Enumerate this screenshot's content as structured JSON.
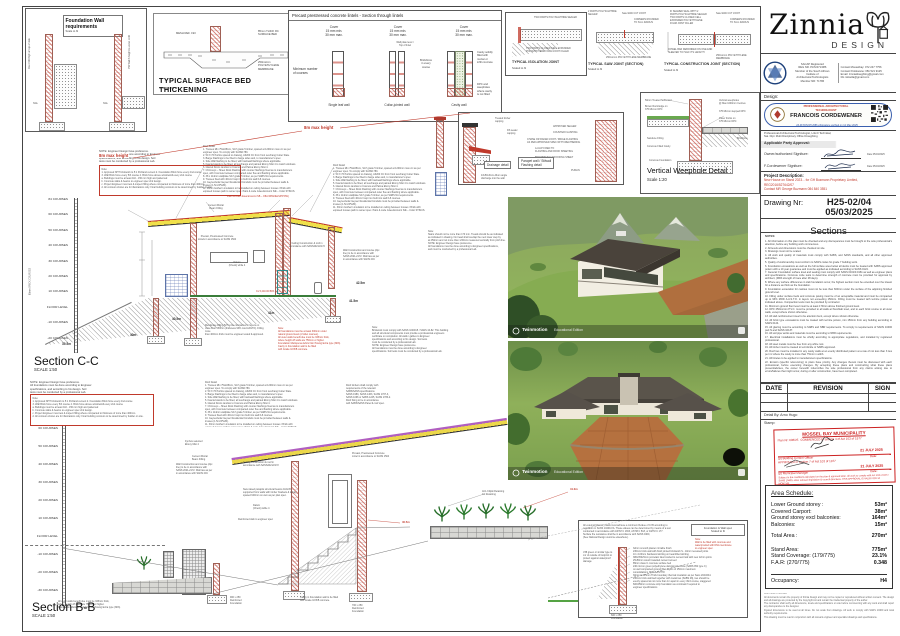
{
  "details": {
    "foundation_wall": {
      "title": "Foundation Wall\nrequirements",
      "scale": "Scale to fit",
      "ngl": "NGL",
      "ngl2": "NGL",
      "dim_left": "Max 1500 high on top of slab",
      "dim_right": "750 Wall/S height to under 1100"
    },
    "surface_bed": {
      "title": "TYPICAL SURFACE BED THICKENING",
      "scale": "SCALED TO FIT",
      "mesh": "MESH REF. 193",
      "bed": "85mm THICK RC\nSURFACE BED",
      "membrane": "250micron\nPOLYETHYLENE\nMEMBRANE"
    },
    "lintels": {
      "header": "Precast prestressed concrete lintels - Section through lintels",
      "cover1": "Cover\n15 mm min.\n30 mm max.",
      "cover2": "Cover\n15 mm min.\n30 mm max.",
      "cover3": "Cover\n15 mm min.\n30 mm max.",
      "wallplate": "Wall plate level /\nTop of lintel",
      "min_courses": "Minimum number\nof courses",
      "brickforce": "Brickforce\nin every\ncourse",
      "cavity_fill": "Cavity solidly\nfilled with\nmortar or\ninfill concrete",
      "dpc": "DPC and\nweepholes\nwhere cavity\nis not filled",
      "type1": "Single leaf wall",
      "type2": "Collar-jointed wall",
      "type3": "Cavity wall"
    },
    "isolation": {
      "title": "TYPICAL ISOLATION JOINT",
      "scale": "Scaled to fit",
      "lbl1": "TWO PARTS POLYSULPHIDE SEALER",
      "lbl2": "SAW CUT",
      "lbl3": "250MICRON POLYETHYLENE MEMBRANE",
      "lbl4": "TWO PARTS CLOSED CELL EXPANDED\nPOLYETHYLENE FOAM JOINT FILLER"
    },
    "saw": {
      "title": "TYPICAL SAW JOINT (SECTION)",
      "scale": "Scaled to fit",
      "lbl1": "2 PARTS POLYSULPHIDE\nSEALER",
      "lbl2": "INDUCED CRACK",
      "lbl3": "Saw-SAW CUT JOINT",
      "lbl4": "CORNERS ROUNDED\nTO 6mm RADIUS",
      "lbl5": "MESH REF. 193",
      "lbl6": "REINFORCEMENT",
      "lbl7": "250micron POLYETHYLENE MEMBRANE"
    },
    "construction": {
      "title": "TYPICAL CONSTRUCTION JOINT (SECTION)",
      "scale": "Scaled to fit",
      "lbl1": "IF SEAMED SEAL WITH 2\nPARTS POLYSULPHIDE SEALER\nTWO PARTS CLOSED CELL\nEXPANDED POLYETHYLENE\nFOAM JOINT FILLER",
      "lbl2": "Saw-SAW CUT JOINT",
      "lbl3": "CORNERS ROUNDED\nTO 6mm RADIUS",
      "lbl4": "250micron POLYETHYLENE MEMBRANE",
      "lbl5": "DOWEL BAR DEBONDED ON ONE END\nSLEEVED TO HALF ITS LENGTH"
    },
    "parapet": {
      "drainage": "Drainage detail",
      "flashing": "Parapet wall / Stilwall\nFlashing detail",
      "lbl1": "Treated timber\ncapping",
      "lbl2": "DS sealer\ncapping",
      "lbl3": "APPROVED SEALER",
      "lbl4": "COUNTER FLASHING",
      "lbl5": "CHASE OR RAKED JOINT / RIDGE FLASHING\nAS PER APPROVED SPEC WITH WEATHERING",
      "lbl6": "A-CLIP FIXED TO\nFLASHING AND ROOF SHEETING",
      "lbl7": "BROWNBUILT T ROOFING SHEET",
      "lbl8": "PURLIN",
      "lbl9": "43x50x3mm Allum angle\ndischarge into the wall",
      "lbl10": "This in wall to\nspec Nominal"
    },
    "weephole": {
      "title": "Vertical Weephole Detail",
      "scale": "Scale 1:20",
      "l1": "50mm Treated Softboard",
      "l2": "Brown Rock Edge on\n375 Micron DPC",
      "l3": "Sandune Filling",
      "l4": "Concrete Filled Cavity",
      "l5": "Concrete Foundation",
      "r1": "Vertical weepholes\n@ Max 1000mm Centres",
      "r2": "375 Micron stepped DPC",
      "r3": "Paver bricks on\n375 Micron DPC",
      "r4": "Brickforce"
    },
    "max_height": "8m max height"
  },
  "notes": {
    "engineer": "NOTE: Engineer Design have preference.\nAll foundations must be done according to Engineer\nspecifications, and according to his design. Soil\ntests must be conducted by a professional Lab.",
    "small_box": "Note:\n1. Approved NHT brickwork to 5:1 Portland cement       2. Foundation Brick force every 2nd course\n3. Wall Brick force every 5th course       4. Brick force above window/sill every 2nd course\na. Buildings must be at least 110 - 150 mm high and patterned\nb. Concrete slabs & beams to engineer spec 2nd design.\nc. Project Engineer must test & inspect filling where compacted to thickness of more than 400mm.\nd. All contours shown are for illustrations only. Final building contours to be determined by builder on site.",
    "roof_detail": "Roof Detail\n1. Trusses Min 75x228mm, SA7 grade 5 timber, spaced at 1200mm max c/c as per\n    engineer spec. To comply with SANS1783.\n2. 50 X 76 Purlins spaced to drawing, AZ200 CC from front overhang Cutter Slate.\n3. Barge Flashings to be fitted to barge sides and, to manufacturer's spec.\n4. Side Wall flashing to be fitted, with backwall flashings where applicable.\n5. Fascia boards to be fitted, all overhangs and painted Ebony Mist 4 to match windows.\n6. Glazed Doors window to Cosmos and Palma Ebony Mist 4.\n7. Chimneys – Sheet Rock Flashing with counter flashings fixed as to manufacturers\n    spec, with Concrete between compacted outer flue and flashing where applicable.\n8. 38 x 114mm wallplate SA7 grade 5 timber, as per SABS NA requirements.\n9. Trusses fixed with 40mm hoop iron built into wall 6-8 courses.\n10. Geyser/solar Geyser Residential Conduits must be provided between walls &\n    trusses (1.5m²/PV2R).\n11. 30mm Isotherm insulation to be installed on ceiling between trusses / Brick with\n    exposed trusses path to owner spec. Paint & code Julea Eronomi Silk – Color STINUS.",
    "roof_timbers": "Roof timbers shall comply with\nrequirements of the relevant\nSABS/SANS specifications\nSANS 1983, SANS 1463, SANS 1707-3,\nSANS 1096 or SABS 1245, SANS 1783-2.\nRoof fixing to be in accordance\nwith SABS/SANS Panel & roof spec.",
    "membrane": "Membrane Filling 527 to be compacted in layers on\nmore than 150mm (thickness 93% mod AASTO). Filling more\nthan 400mm thick must be engineer tested & approved.",
    "stairs_red": "Note:\nStairs should not be more than 170 mm. Treads should be as indicated\nas indicated in drawing. No tread shall overlap the next lower step by\nat 250mm and not more than 1/32mm measured vertically from pitch line.\nNOTE: Engineer Design have preference.\nAll foundations must be done according to Engineer specifications,\nand must be conducted by a professional Lab.",
    "brickwork": "Note:\nBrickwork must comply with SANS 10400-B / SANS 10-82. This building\nand all structural components must provide a professional engineers\ncertificate on completion. All walls / gables to Engineer\nspecifications and according to his design. Soil tests\nmust be conducted by a professional Lab.\nNOTE: Engineer Design have preference.\nAll foundations must be done according to Engineer\nspecifications. Soil tests must be conducted by a professional Lab.",
    "cc_red": "Note:\nAll foundations must be at least 300mm under\nnatural ground level (of toilet courses).\nAll outer walls benefit due must be 345mm thick,\nwhere height off walls are 750mm or higher.\nFoundation Marispena debris Non Paving Extra type (NF3).\nCavity in Foundation wall to be filled\nwith Grade 10 B/B concrete.",
    "lintel_note": "Precast, Prestressed Concrete\nLintels in accordance to SANS 1504",
    "ceiling_note": "Ceiling Construction & roof in\naccordance with SANS2021/2172",
    "datum_note": "Datum\n(Check) while 4",
    "wallconstr_note": "Wall Construction and course (dpc\nline) to be in accordance with\nSANS 2021-2172. Wall ties as per\nin accordance with SANS 204",
    "beamfill_note": "Cement Mortar\nBeam Filling",
    "paint_note": "Paint & code Julea Eronomi SB – O8A WPANELS/HPOW)",
    "fynbos_note": "Fynbos selected\nEbony Mist 4",
    "parapit_note": "New raised parapits structural beams 110x45\nsupported from walls with timber brackets & ladder\nspaced 640mm on own as per plan spec.",
    "slab_note": "Reinforced slab to engineer spec",
    "bb_lintel_note": "Prevast, Prestressed Concrete\nLintel in accordance to SANS 1504",
    "found_label": "900 x 250\nReinforced\nFoundation",
    "found_label2": "700 x 250\nReinforced\nFoundation",
    "cavity_note": "Cavity in Foundation wall to be filled\nwith Grade 10 B/B concrete.",
    "outerwall_note": "All outer walls benefit due must be 345mm thick,\nwhere height off walls are 750mm or higher.\nFoundation Marispena debris Non Paving Extra type (NF3).",
    "retaining_note": "ACL Klip&t Retaining\nC1 Retaining"
  },
  "section_cc": {
    "title": "Section C-C",
    "scale": "SCALE 1:50",
    "side": "85mm BRICK COURSES",
    "courses": [
      "84 COURSES",
      "60 COURSES",
      "50 COURSES",
      "40 COURSES",
      "30 COURSES",
      "20 COURSES",
      "10 COURSES",
      "FLOOR LEVEL",
      "-10 COURSES",
      "-20 COURSES"
    ],
    "levels": [
      "42.5m",
      "41.5m",
      "41m",
      "40.5m",
      "40m",
      "39.5m"
    ],
    "floor_mark": "CL 5,240.00 BPA"
  },
  "section_bb": {
    "title": "Section B-B",
    "scale": "SCALE 1:50",
    "courses": [
      "60 COURSES",
      "50 COURSES",
      "40 COURSES",
      "30 COURSES",
      "20 COURSES",
      "10 COURSES",
      "FLOOR LEVEL",
      "-10 COURSES",
      "-20 COURSES",
      "-30 COURSES"
    ],
    "mark_41": "41.0m",
    "mark_405": "40.5m",
    "mark_cl": "CL 2065 (OIL/SOIL)"
  },
  "renders": {
    "r1": {
      "watermark": "Twinmotion",
      "sub": "Educational Edition"
    },
    "r2": {
      "watermark": "Twinmotion",
      "sub": "Educational Edition"
    }
  },
  "foundation_spec": {
    "title": "Foundation & Wall spec\nScaled to fit",
    "para": "All external Masonry walls must achieve a minimum Rvalue of 0.35 according to\nregulation in SANS 10400-XA. These values can be determined by means of a test\nconducted in accordance with ASTM C 1363, ASTM C 518, or ASTM C 177.\nSurface fire resistance shall be in accordance with SANS 0400,\n(See National Design outcome elsewhere).",
    "left": "V38 green or similar type to\ncnr of outside of footprint to\nprotect against waterproof\ndamage",
    "note_red": "Note:\nWall to be filled with concrete and\nwaterproofed with DNA membrane\nto engineer spec.",
    "right": "32mm smooth plaster mirralite finish\n230mm brick wall with flush jointed brickwork S - 10mm recessed joints\n10 x 100mm hardwood skirting on beamfilled skirting\n380x350x5mm porcelain tiles bonded to cement laid with new 12mm joints\n25x50mm wood trowelled cement screed\n85mm class C concrete surface bed\n240 micron green polyethylene dampproof course (SABS 952 type C)\non well compacted ground fill in layers of 150mm maximum\nconsolidations NON-AASHTO\n30mm & 215mm Thick boundary thermal insulation as per Sans 204/2011\n230mm brick wall tied together with metal ties (SABS 28), ties should be\nevenly spaced at not more than 1m apart in every third course, staggered\n600/250mm concrete strip foundation as continual if required to\nengineer specifications",
    "footing": "600 x 250\nFoundation"
  },
  "titleblock": {
    "logo_text": "Zinnia",
    "logo_sub": "DESIGN",
    "sacap_left": "SACAP Registered\nREG NR. PAT2471/086\nMember of the South African\nInstitute of\nArchitectural Technologists\nMember NR: 71786",
    "sacap_right": "Contact Mosselbay:  072 247 7756\nContact Polokwane:  081 521 9125\nEmail: zinniadraughting@gmail.com\nfdc.mktwda@gmail.com",
    "design_label": "Design:",
    "stamp_line1": "PROFESSIONAL ARCHITECTURAL",
    "stamp_line2": "TECHNOLOGIST",
    "stamp_name": "FRANCOIS CORDEWENER",
    "stamp_verify": "23-M PAT2471/086 eSignature verified on 12 May 2025",
    "prof_line": "Professional Architectural Technologist, H.E.D Technikal,\nNat. Dipl. Multi Disciplinary Office Draughting",
    "approval_label": "Applicable Party Approval:",
    "owner_sig_label": "Owner/authorized Signiture:",
    "fc_sig_label": "F.Cordewener Signiture:",
    "date_label": "Date 05/03/2025",
    "date_label2": "Date 05/03/2025",
    "project_label": "Project Description:",
    "project_desc": "New House on Stand 2023...  for  GH Buzmann Proprietary Limited,\nREG2016/527642/07\nContact MR George Buzmann 084 840 3551",
    "drawing_nr_label": "Drawing Nr:",
    "drawing_nr": "H25-02/04",
    "drawing_date": "05/03/2025",
    "sheet_title": "Sections",
    "notes_label": "NOTES:",
    "notes": [
      "1. All information on this plan must be checked and any discrepancies must be brought to the sole professional's attention, before any building work commences.",
      "2. All levels and dimensions must be checked on site.",
      "3. Drawings must not be scaled.",
      "4. All work and quality of materials must comply with SABS, and SANS standards, and all other approved authorities.",
      "5. Quality of workmanship must conform to SANS codes for grade 7 building work.",
      "6. Foundation excavations as well as the full surface area below all decks must be treated with SABS approved poison with a 10 year guarantee and must be applied as indicated according to SANS 0124.",
      "7. General: Foundation surface level and seating must comply with SANS 0161/0.0161 as well as engineer plans and specifications. Concrete cube tests to determine strength of concrete must be provided for approval by architect, (MPA strength of trace after 28 days).",
      "8. Where any surface differences in slab foundation occur, the highest section must be extended over the lowest for a distance as thick as the foundation.",
      "9. Foundation excavation for cavities must not be less than 600mm under the surface of the adjoining finished ground level.",
      "10. Filling under surface beds and concrete paving must be of an acceptable material and must be compacted up to 93% MOD A.A.S.T.O. in layers not exceeding 150mm. Filling must be treated with termite poison as indicated above. Compaction tests must be provided by contractor.",
      "11. Minimum ground floor level must be at least 170mm above finished ground level.",
      "12. DPC 250micron P.V.C. must be provided to all walls at floor/slab level, and to each brick course to all outer walls, except where shown otherwise.",
      "13. All slab reinforcement steel to be attention bent, except where shown otherwise.",
      "14. All brick type excavations must be treated with termite poison, min 150mm from any building according to SANS 0124.",
      "15. All glazing must be according to SABS and NBR requirements. To comply to requirements of SANS 10400 part N and SANS 10137.",
      "16. All soil pipe works and materials must be according to NBR requirements.",
      "17. Electrical installations must be wholly according to appropriate regulations, and installed by registered professional.",
      "18. All steel metals must be free from any white rust.",
      "19. All timber must be treated to termiticide or SABS approved.",
      "20. Roof ties must be installed in any cavity walls at an evenly distributed pattern at a rate of not less than 3 ties per m² where the cavity is more than 75mm in width.",
      "21. All linteles to be applied to manufacturers specifications.",
      "22. Erosion (specific referencing) to plans have priority. Any changes thereto must be discussed with each professional, before executing changes. By accepting these plans and constructing what these plans present/advises, the owner herewith indemnifies the sole professional from any claims arising due to errors/failures that might occur, during or after construction, have been completed."
    ],
    "revision": {
      "col1": "DATE",
      "col2": "REVISION",
      "col3": "SIGN"
    },
    "detail_by": "Detail By:  Arno Hugo",
    "stamp_label": "Stamp:",
    "muni": {
      "title": "MOSSEL BAY MUNICIPALITY",
      "plan": "Plan Nr:  696/25",
      "commence": "COMMENCED to section 4 of Act 103 of 1977",
      "date1": "21 JULY 2025",
      "sig1": "(p) Building Control Officer",
      "datelbl": "Date:",
      "approved": "APPROVED in section 7 of Act 103 of 1977",
      "date2": "21 JULY 2025",
      "sig2": "(p) Municipal Manager",
      "datelbl2": "Date:",
      "fine": "Subject to the conditions stipulated on the plan & approval letter. All work to comply with Act 103 of 1977, SANS 10400, other relevant legislation & council directives.      THIS APPROVAL IS VALID FOR 12 MONTHS."
    },
    "area": {
      "title": "Area Schedule:",
      "rows": [
        {
          "label": "Lower Ground storey :",
          "value": "53m²"
        },
        {
          "label": "Covered Carport:",
          "value": "38m²"
        },
        {
          "label": "Ground storey excl balconies:",
          "value": "164m²"
        },
        {
          "label": "Balconies:",
          "value": "15m²"
        },
        {
          "label": "Total Area :",
          "value": "270m²"
        },
        {
          "label": "Stand Area:",
          "value": "775m²"
        },
        {
          "label": "Stand Coverage: (179/775)",
          "value": "23.1%"
        },
        {
          "label": "F.A.R: (270/775)",
          "value": "0.348"
        },
        {
          "label": "Occupancy:",
          "value": "H4"
        }
      ]
    },
    "copyright": [
      "COPYRIGHT NOTES:",
      "All documents remain the property of Zinnia Design and may not be copied or reproduced without written consent. The design and all drawings are protected by the Copyright Act and remain the intellectual property of the author.",
      "The contractor shall verify all dimensions, levels and specifications on site before commencing with any work and shall report any discrepancies to the designer.",
      "Figured dimensions to be used at all times. Do not scale from drawings. All work to comply with SANS 10400 and local authority requirements.",
      "This drawing must be read in conjunction with all relevant engineer and specialist drawings and specifications."
    ]
  }
}
